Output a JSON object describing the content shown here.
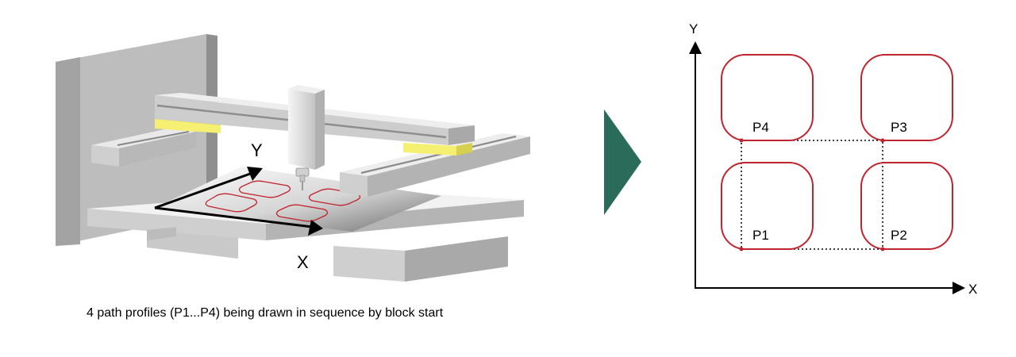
{
  "machine": {
    "axis_x_label": "X",
    "axis_y_label": "Y"
  },
  "caption": "4 path profiles (P1...P4) being drawn in sequence by block start",
  "plot": {
    "axis_x_label": "X",
    "axis_y_label": "Y",
    "profiles": [
      {
        "label": "P1"
      },
      {
        "label": "P2"
      },
      {
        "label": "P3"
      },
      {
        "label": "P4"
      }
    ]
  },
  "colors": {
    "path": "#c0242f",
    "arrow": "#2a6b5a",
    "rail_yellow": "#f5ef72",
    "machine_light": "#eeeeee",
    "machine_mid": "#cfcfcf",
    "machine_dark": "#a9a9a9"
  }
}
